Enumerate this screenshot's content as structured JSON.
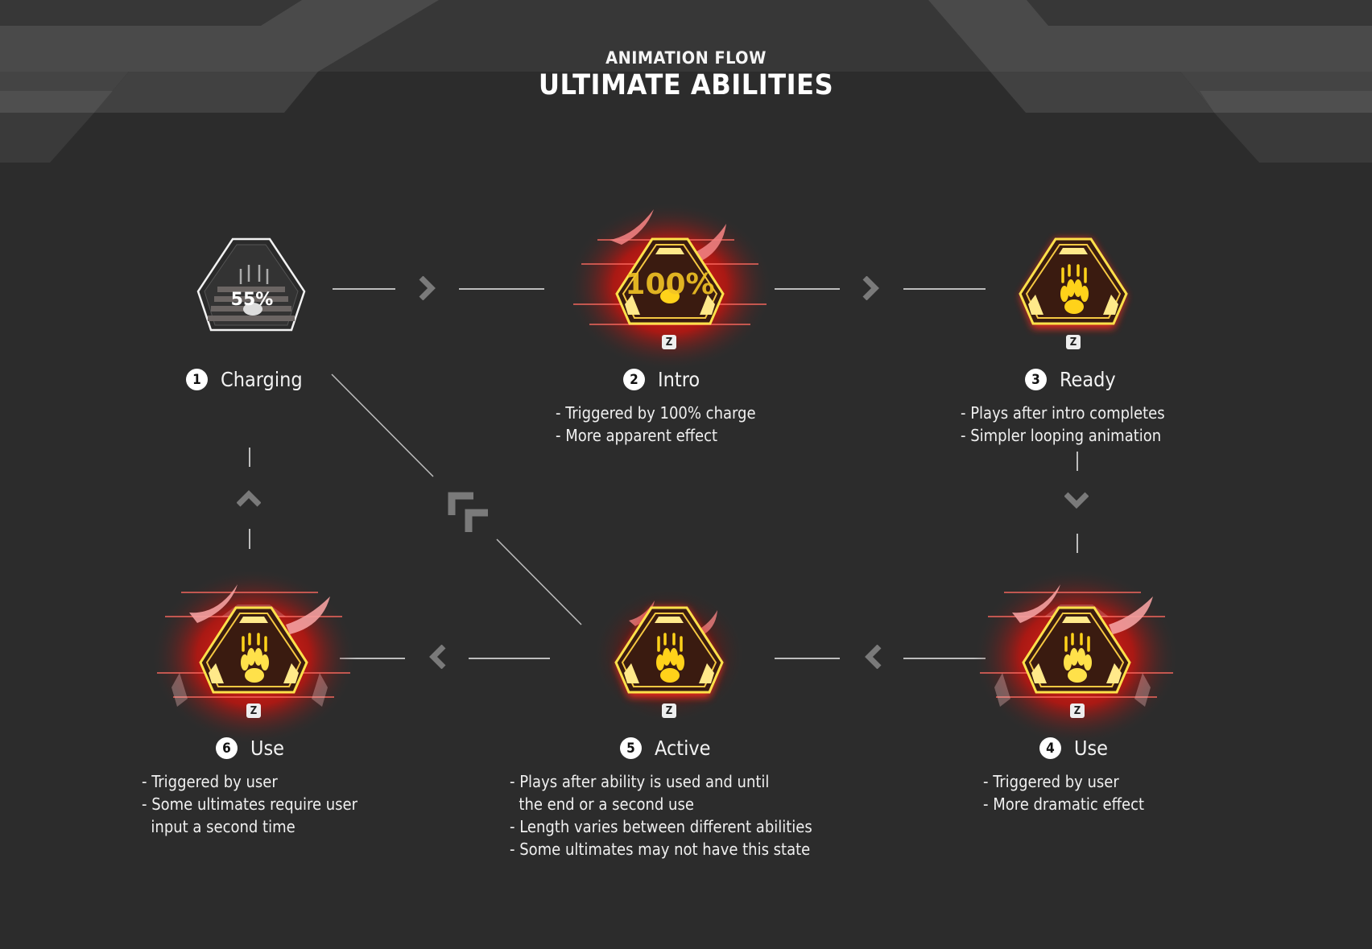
{
  "header": {
    "subtitle": "ANIMATION FLOW",
    "title": "ULTIMATE ABILITIES"
  },
  "colors": {
    "background": "#2c2c2c",
    "connector": "#bdbdbd",
    "chevron": "#7a7a7a",
    "glow_red": "#e8201a",
    "icon_yellow": "#ffe14a",
    "icon_frame": "#f5c842"
  },
  "nodes": [
    {
      "number": "1",
      "label": "Charging",
      "icon": "paw-charging-icon",
      "overlay_text": "55%",
      "key": "",
      "bullets": []
    },
    {
      "number": "2",
      "label": "Intro",
      "icon": "paw-intro-icon",
      "overlay_text": "100%",
      "key": "Z",
      "bullets": [
        "- Triggered by 100% charge",
        "- More apparent effect"
      ]
    },
    {
      "number": "3",
      "label": "Ready",
      "icon": "paw-ready-icon",
      "overlay_text": "",
      "key": "Z",
      "bullets": [
        "- Plays after intro completes",
        "- Simpler looping animation"
      ]
    },
    {
      "number": "4",
      "label": "Use",
      "icon": "paw-use-icon",
      "overlay_text": "",
      "key": "Z",
      "bullets": [
        "- Triggered by user",
        "- More dramatic effect"
      ]
    },
    {
      "number": "5",
      "label": "Active",
      "icon": "paw-active-icon",
      "overlay_text": "",
      "key": "Z",
      "bullets": [
        "- Plays after ability is used and until",
        "  the end or a second use",
        "- Length varies between different abilities",
        "- Some ultimates may not have this state"
      ]
    },
    {
      "number": "6",
      "label": "Use",
      "icon": "paw-use-icon",
      "overlay_text": "",
      "key": "Z",
      "bullets": [
        "- Triggered by user",
        "- Some ultimates require user",
        "  input a second time"
      ]
    }
  ],
  "connectors": [
    {
      "from": "1",
      "to": "2",
      "direction": "right"
    },
    {
      "from": "2",
      "to": "3",
      "direction": "right"
    },
    {
      "from": "3",
      "to": "4",
      "direction": "down"
    },
    {
      "from": "4",
      "to": "5",
      "direction": "left"
    },
    {
      "from": "5",
      "to": "6",
      "direction": "left"
    },
    {
      "from": "6",
      "to": "1",
      "direction": "up"
    },
    {
      "from": "5",
      "to": "1",
      "direction": "up-left"
    }
  ]
}
